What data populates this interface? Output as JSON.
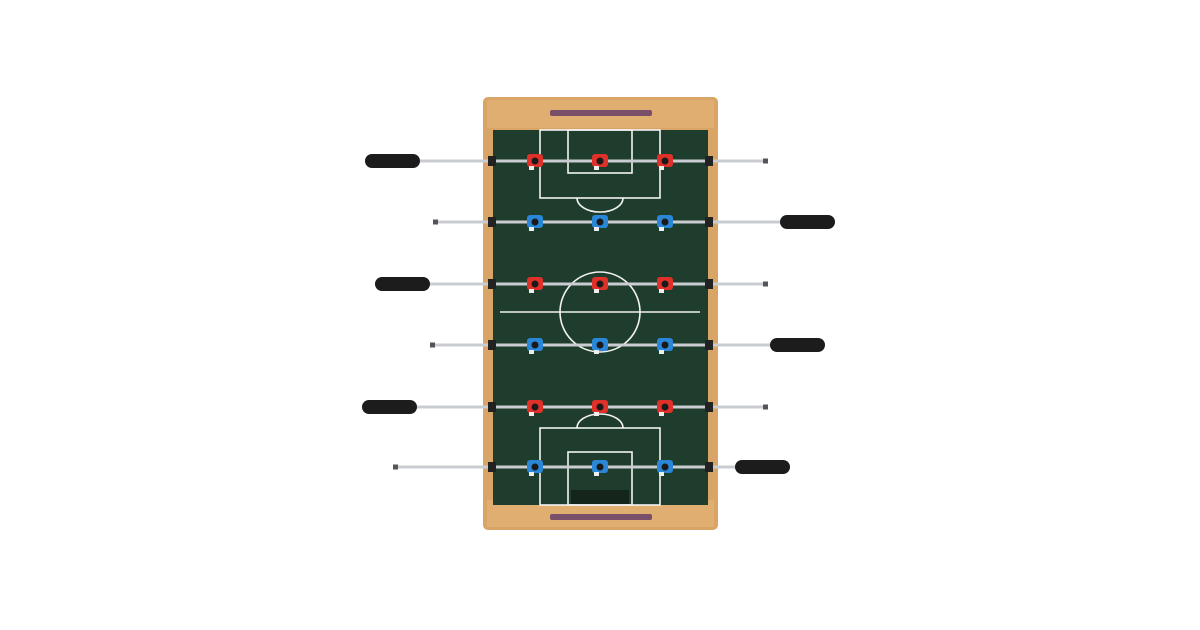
{
  "subject": "foosball-table",
  "colors": {
    "background": "#ffffff",
    "wood": "#d9a566",
    "wood_dark": "#b9823f",
    "field": "#1f3d2c",
    "line": "#f2f2f2",
    "rod": "#c9ccd0",
    "handle": "#1c1c1c",
    "team_red": "#e0302a",
    "team_blue": "#2a86d6",
    "score_bar": "#7a4f6a"
  },
  "rows": [
    {
      "team": "red",
      "players": 3,
      "handle_side": "left"
    },
    {
      "team": "blue",
      "players": 3,
      "handle_side": "right"
    },
    {
      "team": "red",
      "players": 3,
      "handle_side": "left"
    },
    {
      "team": "blue",
      "players": 3,
      "handle_side": "right"
    },
    {
      "team": "red",
      "players": 3,
      "handle_side": "left"
    },
    {
      "team": "blue",
      "players": 3,
      "handle_side": "right"
    }
  ]
}
